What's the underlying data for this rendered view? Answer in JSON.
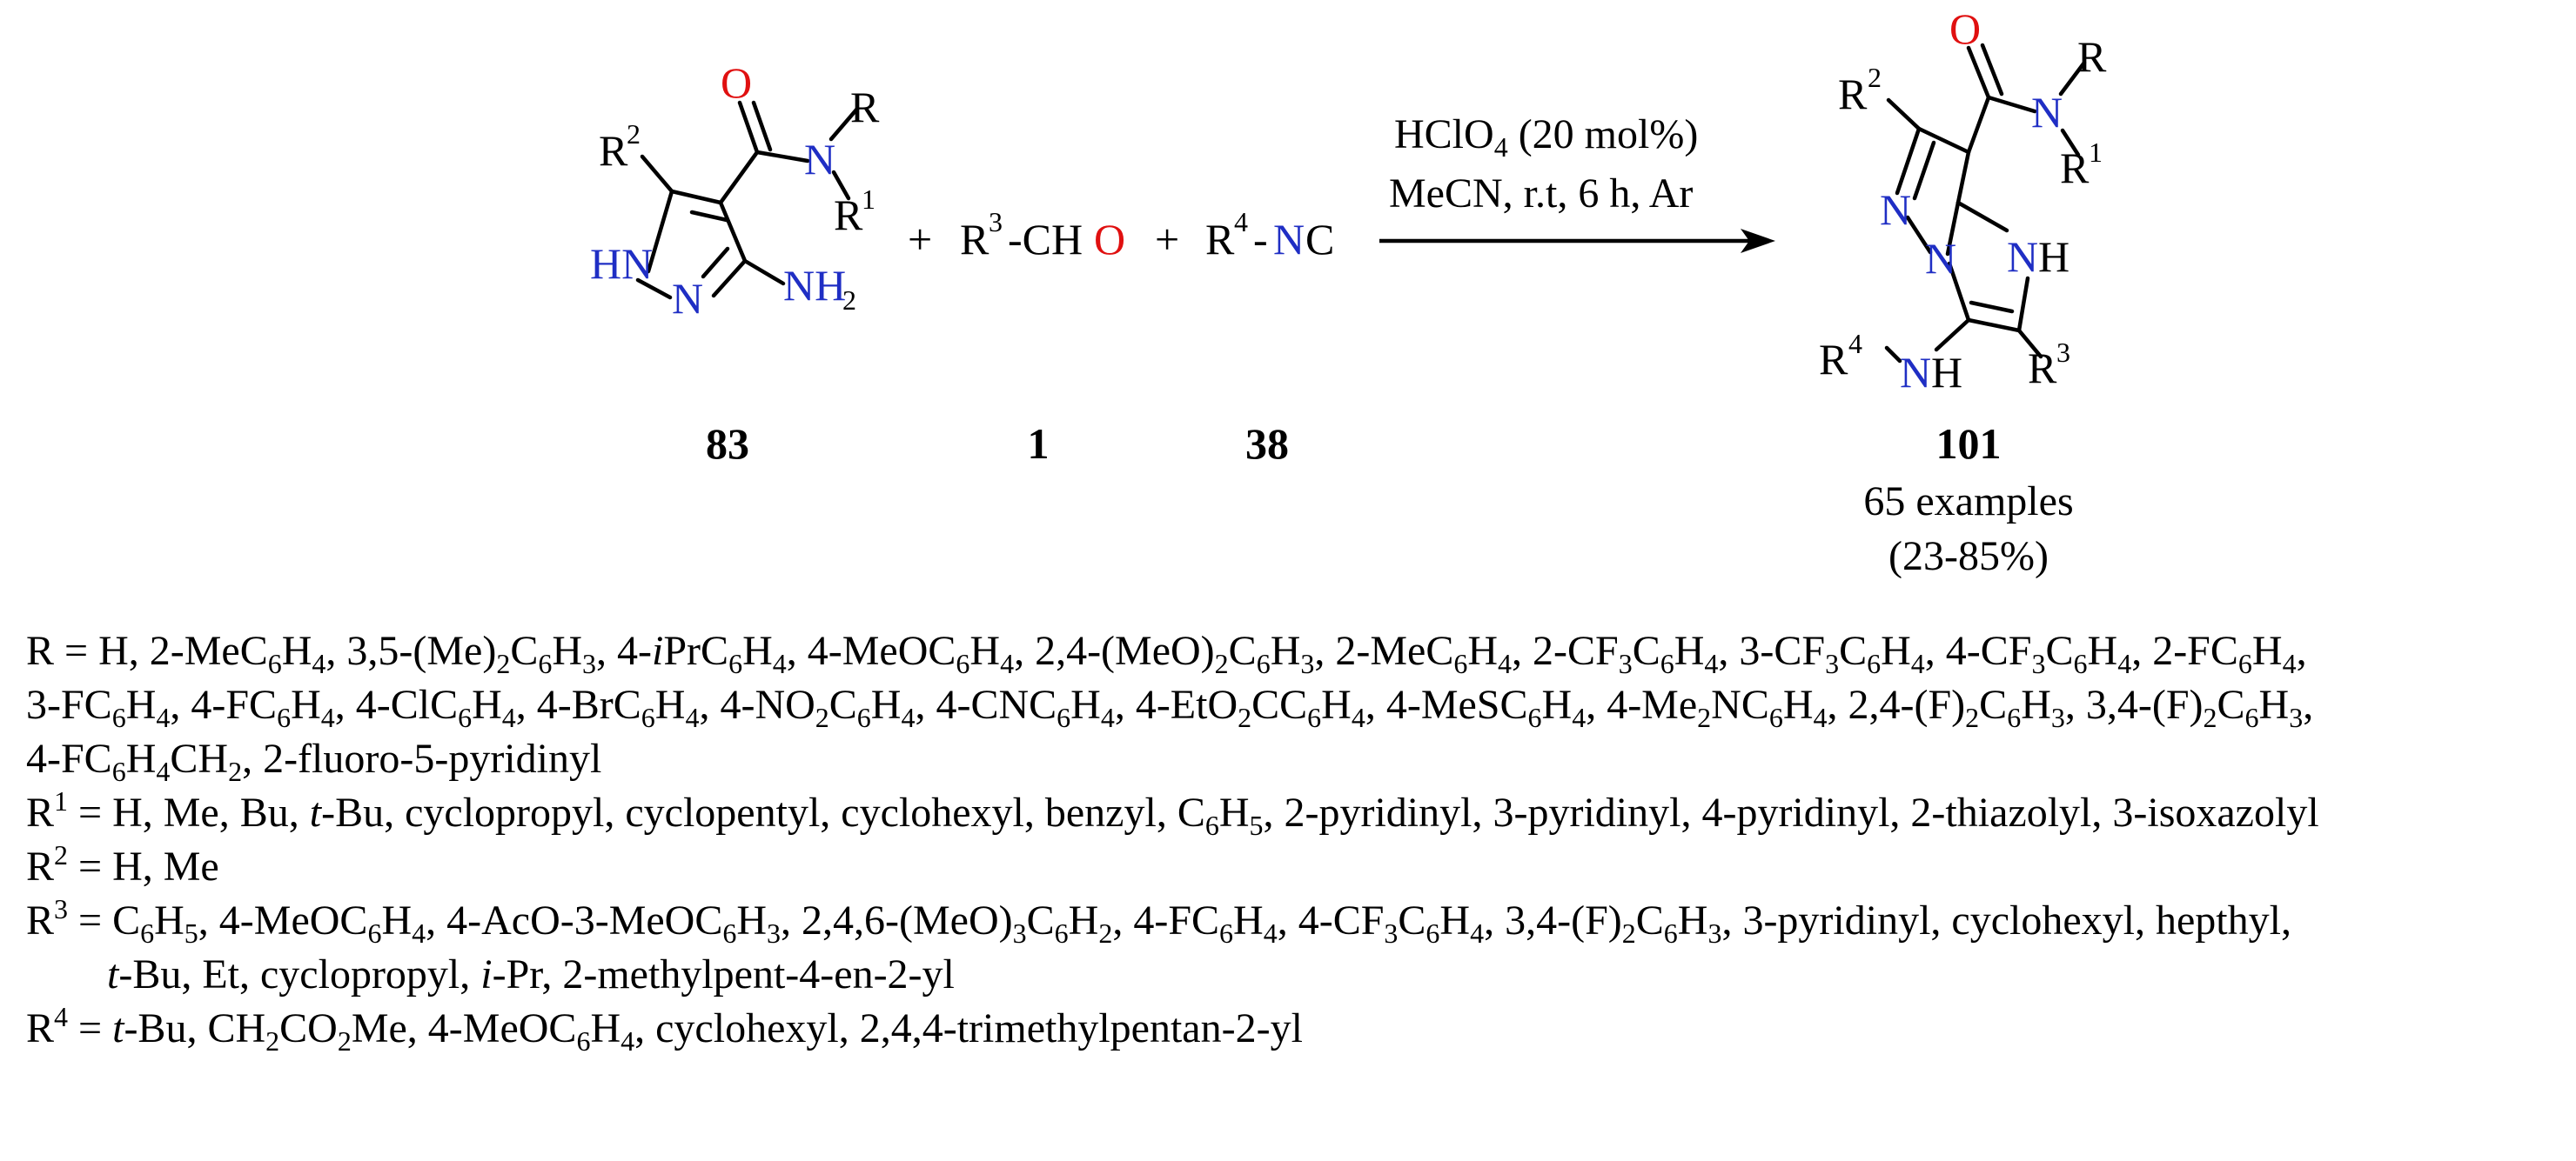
{
  "scheme": {
    "reagents": {
      "hclo4": {
        "prefix": "HClO",
        "sub": "4",
        "suffix": " (20 mol%)"
      },
      "conditions": "MeCN, r.t, 6 h, Ar"
    },
    "labels": {
      "compound_83": "83",
      "compound_1": "1",
      "compound_38": "38",
      "compound_101": "101",
      "examples": "65 examples",
      "yield_range": "(23-85%)"
    },
    "plus": "+",
    "aldehyde": {
      "r": "R",
      "sup": "3",
      "dash": "-CH",
      "o": "O"
    },
    "isocyanide": {
      "r": "R",
      "sup": "4",
      "dash": "-",
      "n": "N",
      "c": "C"
    },
    "atoms": {
      "O": "O",
      "N": "N",
      "R": "R",
      "R1_r": "R",
      "R1_sup": "1",
      "R2_r": "R",
      "R2_sup": "2",
      "HN": "HN",
      "NH2_n": "NH",
      "NH2_sub": "2",
      "NH": "NH",
      "H": "H",
      "R3_r": "R",
      "R3_sup": "3",
      "R4_r": "R",
      "R4_sup": "4"
    }
  },
  "substituents": {
    "R": {
      "line1": [
        {
          "t": "R = H, 2-MeC"
        },
        {
          "s": "6"
        },
        {
          "t": "H"
        },
        {
          "s": "4"
        },
        {
          "t": ", 3,5-(Me)"
        },
        {
          "s": "2"
        },
        {
          "t": "C"
        },
        {
          "s": "6"
        },
        {
          "t": "H"
        },
        {
          "s": "3"
        },
        {
          "t": ", 4-"
        },
        {
          "i": "i"
        },
        {
          "t": "PrC"
        },
        {
          "s": "6"
        },
        {
          "t": "H"
        },
        {
          "s": "4"
        },
        {
          "t": ", 4-MeOC"
        },
        {
          "s": "6"
        },
        {
          "t": "H"
        },
        {
          "s": "4"
        },
        {
          "t": ", 2,4-(MeO)"
        },
        {
          "s": "2"
        },
        {
          "t": "C"
        },
        {
          "s": "6"
        },
        {
          "t": "H"
        },
        {
          "s": "3"
        },
        {
          "t": ", 2-MeC"
        },
        {
          "s": "6"
        },
        {
          "t": "H"
        },
        {
          "s": "4"
        },
        {
          "t": ", 2-CF"
        },
        {
          "s": "3"
        },
        {
          "t": "C"
        },
        {
          "s": "6"
        },
        {
          "t": "H"
        },
        {
          "s": "4"
        },
        {
          "t": ", 3-CF"
        },
        {
          "s": "3"
        },
        {
          "t": "C"
        },
        {
          "s": "6"
        },
        {
          "t": "H"
        },
        {
          "s": "4"
        },
        {
          "t": ", 4-CF"
        },
        {
          "s": "3"
        },
        {
          "t": "C"
        },
        {
          "s": "6"
        },
        {
          "t": "H"
        },
        {
          "s": "4"
        },
        {
          "t": ", 2-FC"
        },
        {
          "s": "6"
        },
        {
          "t": "H"
        },
        {
          "s": "4"
        },
        {
          "t": ","
        }
      ],
      "line2": [
        {
          "t": "3-FC"
        },
        {
          "s": "6"
        },
        {
          "t": "H"
        },
        {
          "s": "4"
        },
        {
          "t": ", 4-FC"
        },
        {
          "s": "6"
        },
        {
          "t": "H"
        },
        {
          "s": "4"
        },
        {
          "t": ", 4-ClC"
        },
        {
          "s": "6"
        },
        {
          "t": "H"
        },
        {
          "s": "4"
        },
        {
          "t": ", 4-BrC"
        },
        {
          "s": "6"
        },
        {
          "t": "H"
        },
        {
          "s": "4"
        },
        {
          "t": ", 4-NO"
        },
        {
          "s": "2"
        },
        {
          "t": "C"
        },
        {
          "s": "6"
        },
        {
          "t": "H"
        },
        {
          "s": "4"
        },
        {
          "t": ", 4-CNC"
        },
        {
          "s": "6"
        },
        {
          "t": "H"
        },
        {
          "s": "4"
        },
        {
          "t": ", 4-EtO"
        },
        {
          "s": "2"
        },
        {
          "t": "CC"
        },
        {
          "s": "6"
        },
        {
          "t": "H"
        },
        {
          "s": "4"
        },
        {
          "t": ", 4-MeSC"
        },
        {
          "s": "6"
        },
        {
          "t": "H"
        },
        {
          "s": "4"
        },
        {
          "t": ", 4-Me"
        },
        {
          "s": "2"
        },
        {
          "t": "NC"
        },
        {
          "s": "6"
        },
        {
          "t": "H"
        },
        {
          "s": "4"
        },
        {
          "t": ", 2,4-(F)"
        },
        {
          "s": "2"
        },
        {
          "t": "C"
        },
        {
          "s": "6"
        },
        {
          "t": "H"
        },
        {
          "s": "3"
        },
        {
          "t": ", 3,4-(F)"
        },
        {
          "s": "2"
        },
        {
          "t": "C"
        },
        {
          "s": "6"
        },
        {
          "t": "H"
        },
        {
          "s": "3"
        },
        {
          "t": ","
        }
      ],
      "line3": [
        {
          "t": "4-FC"
        },
        {
          "s": "6"
        },
        {
          "t": "H"
        },
        {
          "s": "4"
        },
        {
          "t": "CH"
        },
        {
          "s": "2"
        },
        {
          "t": ", 2-fluoro-5-pyridinyl"
        }
      ]
    },
    "R1": [
      {
        "t": "R"
      },
      {
        "p": "1"
      },
      {
        "t": " = H, Me, Bu, "
      },
      {
        "i": "t"
      },
      {
        "t": "-Bu, cyclopropyl, cyclopentyl, cyclohexyl, benzyl, C"
      },
      {
        "s": "6"
      },
      {
        "t": "H"
      },
      {
        "s": "5"
      },
      {
        "t": ", 2-pyridinyl, 3-pyridinyl, 4-pyridinyl, 2-thiazolyl, 3-isoxazolyl"
      }
    ],
    "R2": [
      {
        "t": "R"
      },
      {
        "p": "2"
      },
      {
        "t": " = H, Me"
      }
    ],
    "R3": {
      "line1": [
        {
          "t": "R"
        },
        {
          "p": "3"
        },
        {
          "t": " = C"
        },
        {
          "s": "6"
        },
        {
          "t": "H"
        },
        {
          "s": "5"
        },
        {
          "t": ", 4-MeOC"
        },
        {
          "s": "6"
        },
        {
          "t": "H"
        },
        {
          "s": "4"
        },
        {
          "t": ", 4-AcO-3-MeOC"
        },
        {
          "s": "6"
        },
        {
          "t": "H"
        },
        {
          "s": "3"
        },
        {
          "t": ", 2,4,6-(MeO)"
        },
        {
          "s": "3"
        },
        {
          "t": "C"
        },
        {
          "s": "6"
        },
        {
          "t": "H"
        },
        {
          "s": "2"
        },
        {
          "t": ", 4-FC"
        },
        {
          "s": "6"
        },
        {
          "t": "H"
        },
        {
          "s": "4"
        },
        {
          "t": ", 4-CF"
        },
        {
          "s": "3"
        },
        {
          "t": "C"
        },
        {
          "s": "6"
        },
        {
          "t": "H"
        },
        {
          "s": "4"
        },
        {
          "t": ", 3,4-(F)"
        },
        {
          "s": "2"
        },
        {
          "t": "C"
        },
        {
          "s": "6"
        },
        {
          "t": "H"
        },
        {
          "s": "3"
        },
        {
          "t": ", 3-pyridinyl, cyclohexyl, hepthyl,"
        }
      ],
      "line2": [
        {
          "i": "t"
        },
        {
          "t": "-Bu, Et, cyclopropyl, "
        },
        {
          "i": "i"
        },
        {
          "t": "-Pr, 2-methylpent-4-en-2-yl"
        }
      ]
    },
    "R4": [
      {
        "t": "R"
      },
      {
        "p": "4"
      },
      {
        "t": " = "
      },
      {
        "i": "t"
      },
      {
        "t": "-Bu, CH"
      },
      {
        "s": "2"
      },
      {
        "t": "CO"
      },
      {
        "s": "2"
      },
      {
        "t": "Me, 4-MeOC"
      },
      {
        "s": "6"
      },
      {
        "t": "H"
      },
      {
        "s": "4"
      },
      {
        "t": ", cyclohexyl, 2,4,4-trimethylpentan-2-yl"
      }
    ]
  }
}
